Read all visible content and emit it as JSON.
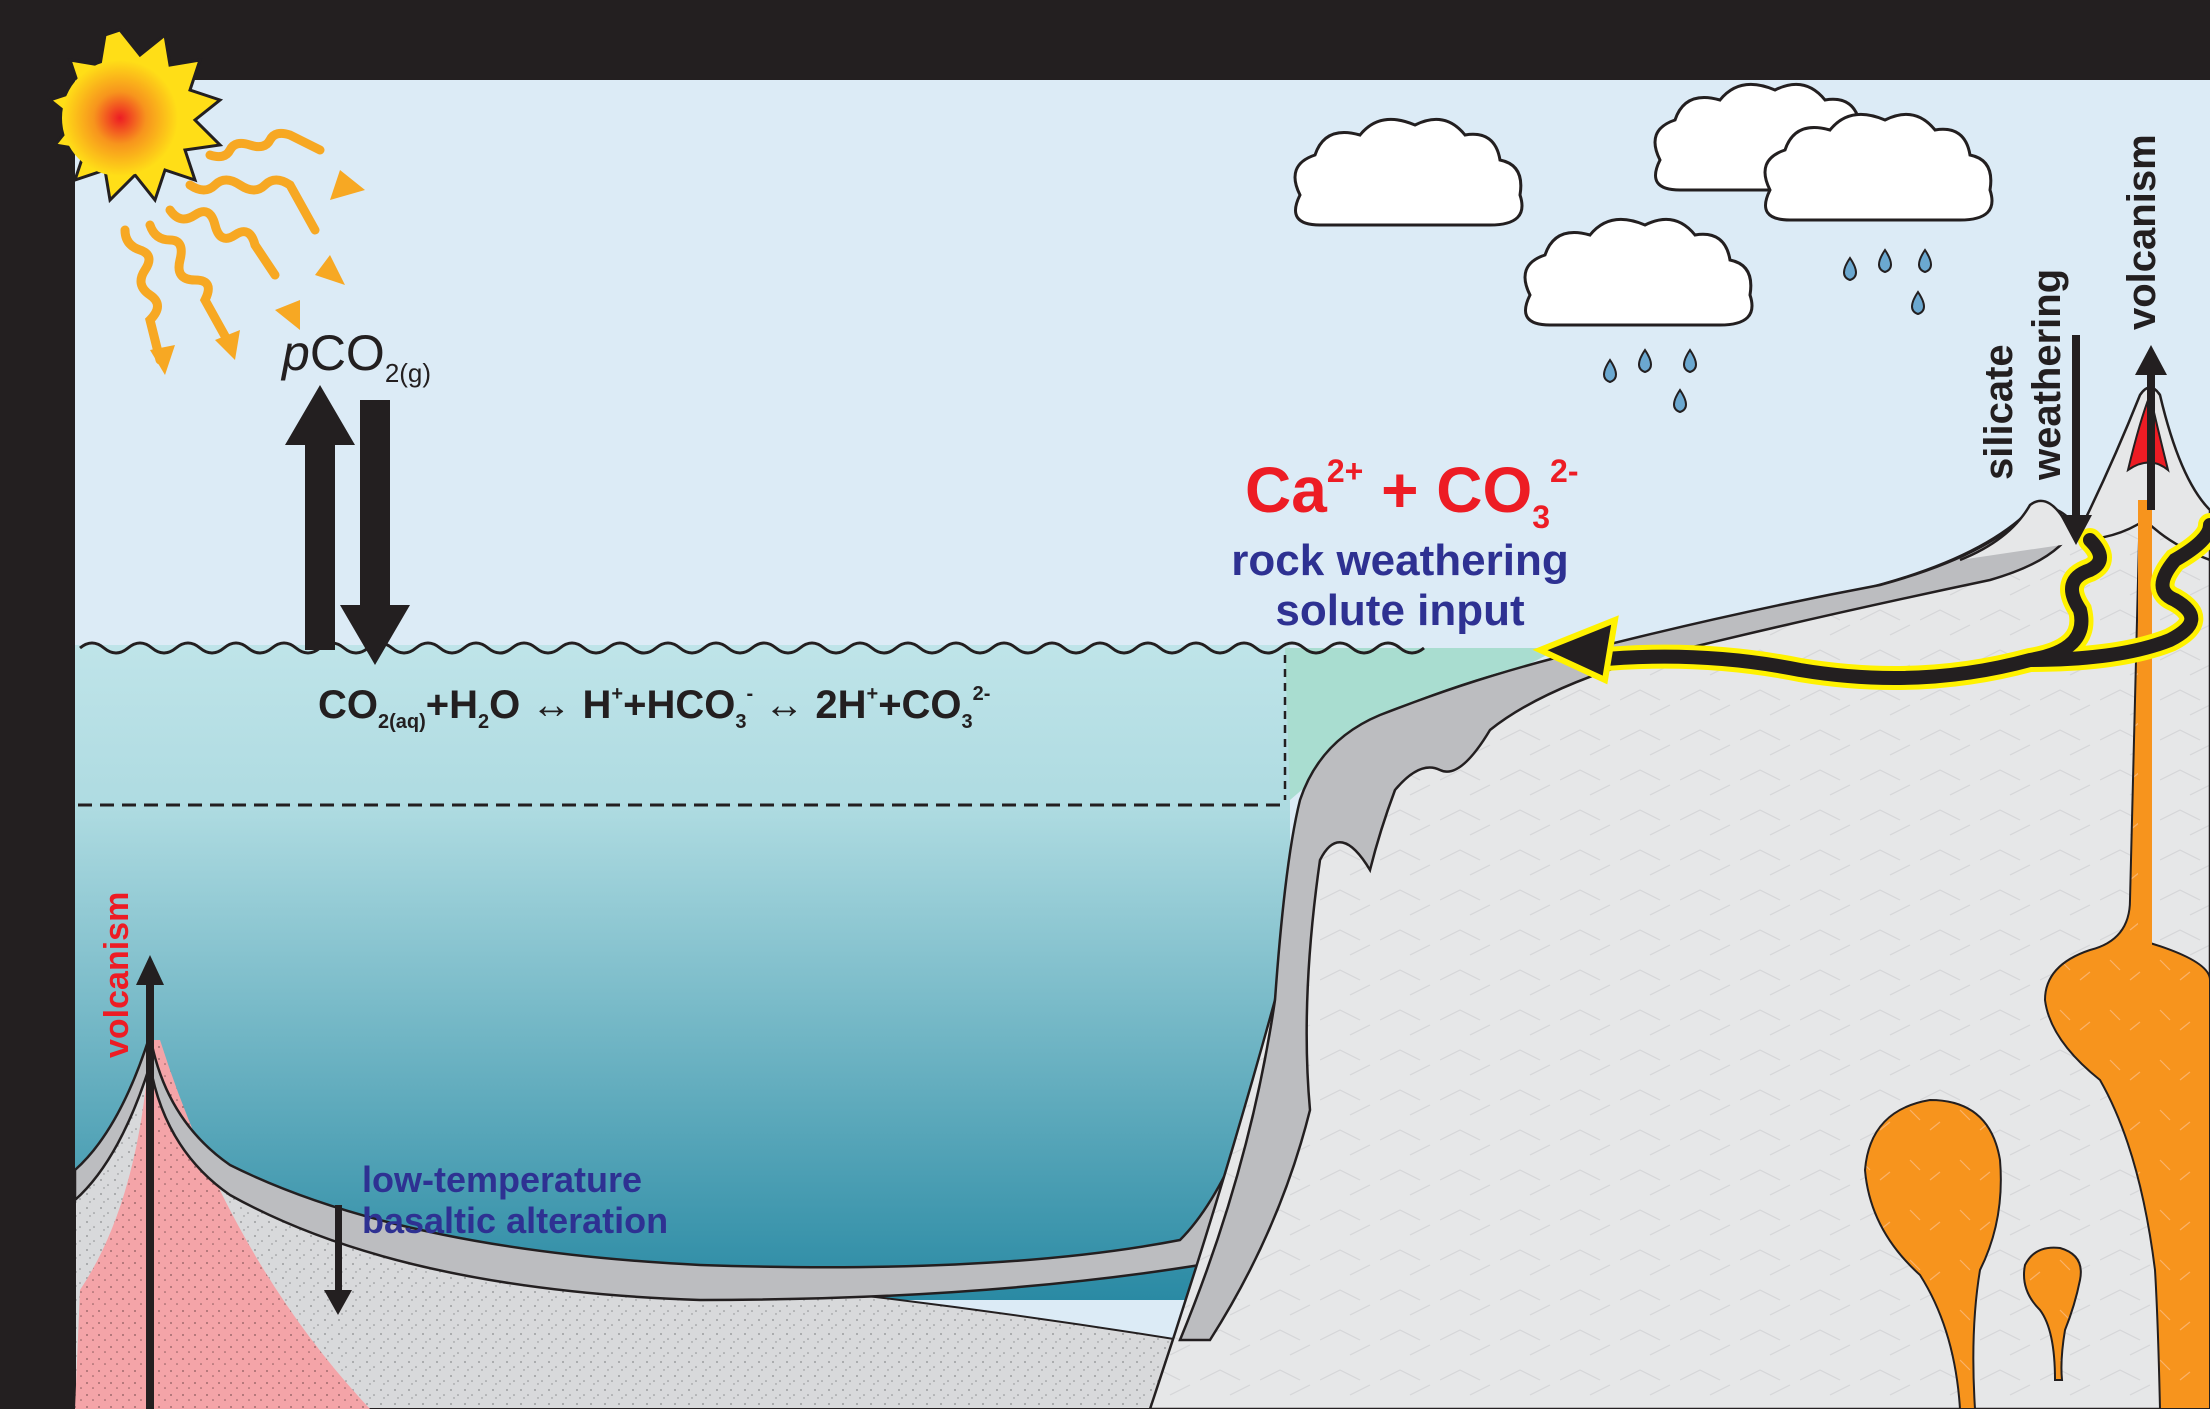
{
  "labels": {
    "pco2_italic": "p",
    "pco2_main": "CO",
    "pco2_sub": "2(g)",
    "ca_main": "Ca",
    "ca_sup": "2+",
    "plus": " + ",
    "co3_main": "CO",
    "co3_sub": "3",
    "co3_sup": "2-",
    "rock_weathering": "rock weathering",
    "solute_input": "solute input",
    "silicate": "silicate",
    "weathering": "weathering",
    "volcanism_right": "volcanism",
    "volcanism_left": "volcanism",
    "low_temperature": "low-temperature",
    "basaltic_alteration": "basaltic alteration",
    "eq": {
      "co2": "CO",
      "co2_sub": "2(aq)",
      "plus_h2o": "+H",
      "h2o_sub": "2",
      "o_arrow": "O ↔ H",
      "h_sup": "+",
      "plus_hco3": "+HCO",
      "hco3_sub": "3",
      "hco3_sup": "-",
      "arrow_2h": " ↔ 2H",
      "h2_sup": "+",
      "plus_co3": "+CO",
      "co3_sub": "3",
      "co3_sup": "2-"
    }
  },
  "colors": {
    "frame": "#231f20",
    "sky": "#dcebf6",
    "ocean_top": "#b5e0e6",
    "ocean_bottom": "#2a8aa4",
    "shelf_water": "#a9ddd0",
    "crust_gray": "#bcbdc0",
    "continent": "#e6e7e8",
    "magma": "#f7941d",
    "red_text": "#ed1c24",
    "blue_text": "#2e3192",
    "sun_outer": "#ffde17",
    "sun_core": "#ed1c24",
    "sun_rays": "#f7a823",
    "rain": "#6ba8d0",
    "weathering_path": "#fff200"
  },
  "icons": [
    "sun-icon",
    "cloud-icon",
    "raindrop-icon",
    "volcano-icon",
    "arrow-icon"
  ]
}
